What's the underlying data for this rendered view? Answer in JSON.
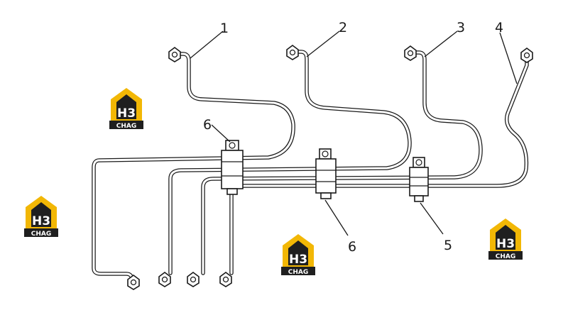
{
  "diagram": {
    "callouts": [
      {
        "id": "c1",
        "label": "1"
      },
      {
        "id": "c2",
        "label": "2"
      },
      {
        "id": "c3",
        "label": "3"
      },
      {
        "id": "c4",
        "label": "4"
      },
      {
        "id": "c5",
        "label": "5"
      },
      {
        "id": "c6a",
        "label": "6"
      },
      {
        "id": "c6b",
        "label": "6"
      }
    ]
  },
  "watermark": {
    "mark": "H3",
    "word": "CHAG",
    "colors": {
      "yellow": "#f2b705",
      "dark": "#1f1f1f",
      "white": "#ffffff"
    }
  },
  "colors": {
    "line": "#1a1a1a",
    "background": "#ffffff"
  }
}
